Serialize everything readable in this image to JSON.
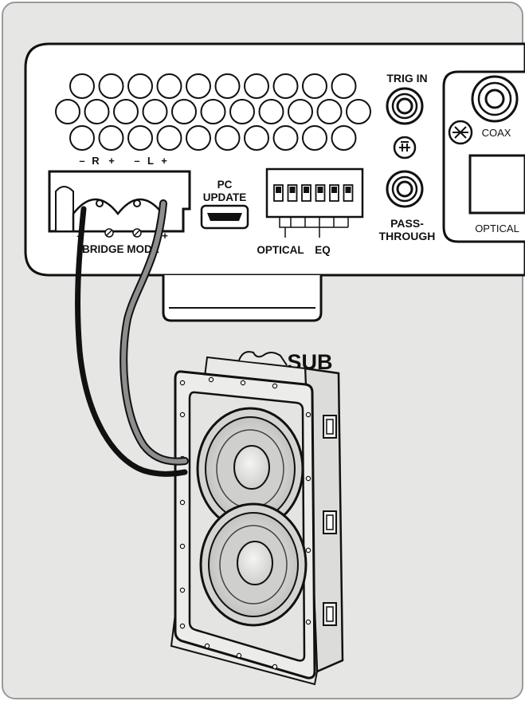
{
  "terminal": {
    "top_labels": {
      "neg_r": "–",
      "r": "R",
      "pos_r": "+",
      "neg_l": "–",
      "l": "L",
      "pos_l": "+"
    },
    "bottom_labels": {
      "neg": "–",
      "bridge_mode": "BRIDGE MODE",
      "pos": "+"
    }
  },
  "pc_update": {
    "line1": "PC",
    "line2": "UPDATE"
  },
  "dip_switch": {
    "optical": "OPTICAL",
    "eq": "EQ"
  },
  "trig_in": "TRIG IN",
  "pass_through": {
    "line1": "PASS-",
    "line2": "THROUGH"
  },
  "coax": "COAX",
  "optical": "OPTICAL",
  "subwoofer": "SUB",
  "colors": {
    "background": "#e6e6e5",
    "panel": "#ffffff",
    "outline": "#111111",
    "wire_black": "#111111",
    "wire_gray": "#8e8e8e",
    "frame_gray": "#ebebea",
    "cone_gray": "#c9c9c8"
  }
}
